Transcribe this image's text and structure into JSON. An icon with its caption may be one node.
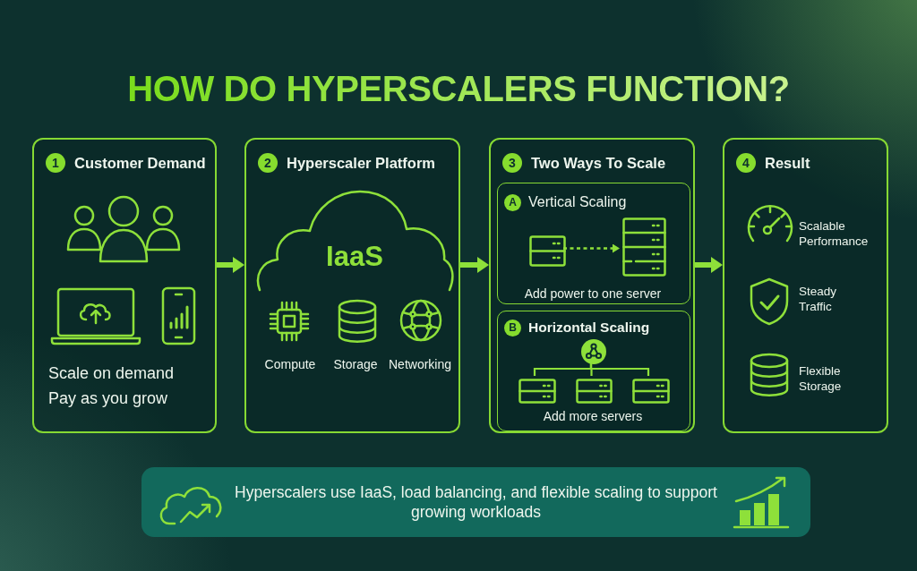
{
  "diagram": {
    "title": "HOW DO HYPERSCALERS FUNCTION?",
    "nodes": [
      {
        "text": [
          "1",
          "Customer Demand",
          "Scale on demand",
          "Pay as you grow"
        ]
      },
      {
        "text": [
          "2",
          "Hyperscaler Platform",
          "Compute",
          "Storage",
          "Networking"
        ]
      },
      {
        "text": [
          "IaaS"
        ],
        "in": 1
      },
      {
        "text": [
          "3",
          "Two Ways To Scale"
        ]
      },
      {
        "text": [
          "A",
          "Vertical Scaling",
          "Add power to one server"
        ],
        "in": 3
      },
      {
        "text": [],
        "shape": "picture",
        "in": 4
      },
      {
        "text": [],
        "shape": "picture",
        "in": 4
      },
      {
        "text": [
          "B",
          "Horizontal Scaling",
          "Add more servers"
        ],
        "in": 3
      },
      {
        "text": [],
        "shape": "circle",
        "in": 7
      },
      {
        "text": [],
        "shape": "picture",
        "in": 7
      },
      {
        "text": [],
        "shape": "picture",
        "in": 7
      },
      {
        "text": [],
        "shape": "picture",
        "in": 7
      },
      {
        "text": [
          "4",
          "Result",
          "Scalable Performance",
          "Steady Traffic",
          "Flexible Storage"
        ]
      },
      {
        "text": [
          "Hyperscalers use IaaS, load balancing, and flexible scaling to support growing workloads"
        ]
      }
    ],
    "edges": [
      {
        "from": 0,
        "to": 1,
        "arrow": "to",
        "style": "thick"
      },
      {
        "from": 1,
        "to": 3,
        "arrow": "to",
        "style": "thick"
      },
      {
        "from": 3,
        "to": 12,
        "arrow": "to",
        "style": "thick"
      },
      {
        "from": 5,
        "to": 6,
        "arrow": "to",
        "style": "dashed"
      },
      {
        "from": 8,
        "to": 9,
        "arrow": "none"
      },
      {
        "from": 8,
        "to": 10,
        "arrow": "none"
      },
      {
        "from": 8,
        "to": 11,
        "arrow": "none"
      }
    ]
  }
}
